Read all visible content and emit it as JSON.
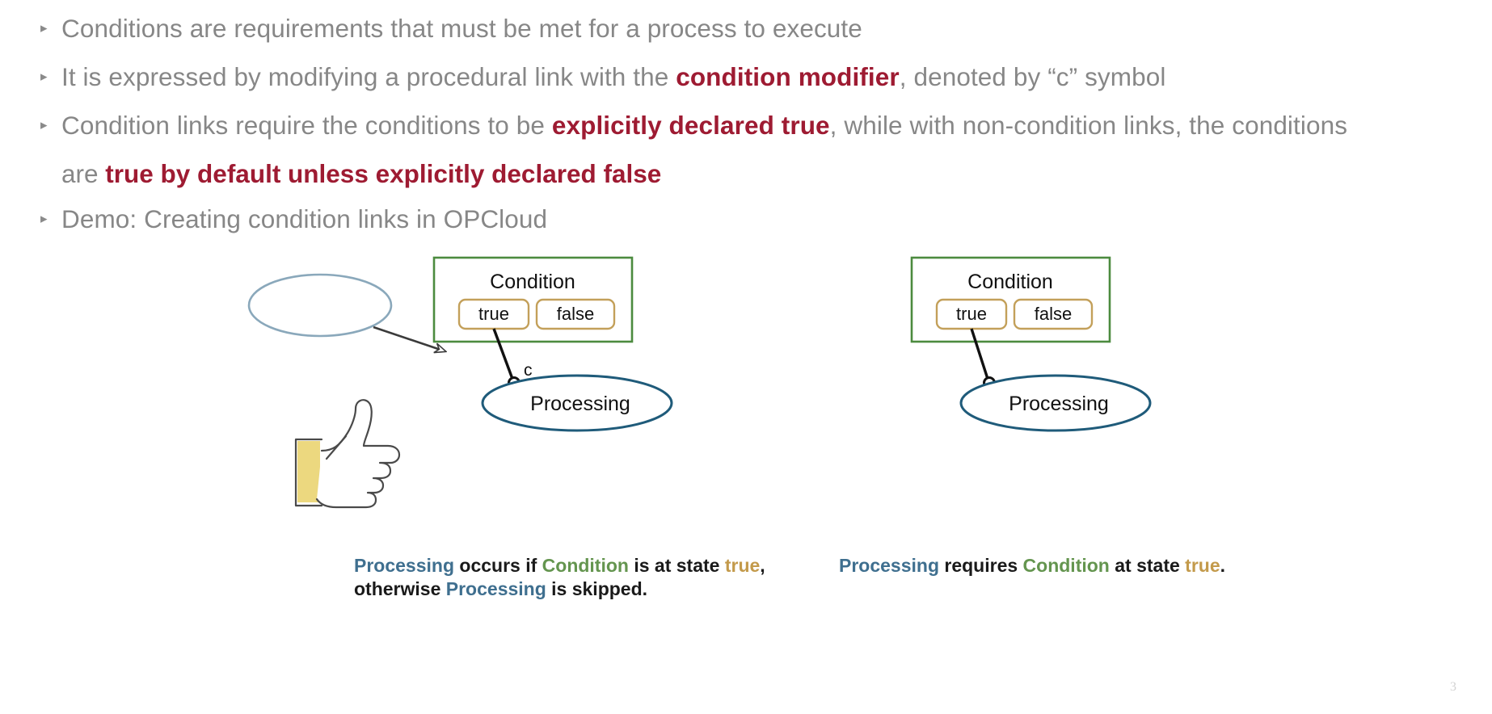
{
  "slide": {
    "page_number": "3",
    "bullet_marker": "▸",
    "bullets": [
      {
        "id": "bullet-conditions-definition",
        "parts": [
          {
            "text": "Conditions are requirements that must be met for a process to execute",
            "style": "normal"
          }
        ]
      },
      {
        "id": "bullet-condition-modifier",
        "parts": [
          {
            "text": "It is expressed by modifying a procedural link with the ",
            "style": "normal"
          },
          {
            "text": "condition modifier",
            "style": "highlight"
          },
          {
            "text": ", denoted by “c” symbol",
            "style": "normal"
          }
        ]
      },
      {
        "id": "bullet-condition-links",
        "parts": [
          {
            "text": "Condition links require the conditions to be ",
            "style": "normal"
          },
          {
            "text": "explicitly declared true",
            "style": "highlight"
          },
          {
            "text": ", while with non-condition links, the conditions",
            "style": "normal"
          }
        ],
        "continuation": [
          {
            "text": "are ",
            "style": "normal"
          },
          {
            "text": "true by default unless explicitly declared false",
            "style": "highlight"
          }
        ]
      },
      {
        "id": "bullet-demo",
        "parts": [
          {
            "text": "Demo: Creating condition links in OPCloud",
            "style": "normal"
          }
        ]
      }
    ],
    "colors": {
      "body_text": "#878787",
      "highlight": "#9e1b32",
      "object_green": "#4c8b3f",
      "state_gold": "#c3a05a",
      "process_blue": "#1f5b7a",
      "empty_object_blue": "#8aa8bb",
      "link_black": "#111111",
      "thumb_yellow": "#ecd87f"
    }
  },
  "diagram_left": {
    "name": "condition-link-diagram",
    "empty_object_label": "",
    "object_title": "Condition",
    "states": [
      "true",
      "false"
    ],
    "process_label": "Processing",
    "condition_modifier_label": "c",
    "thumbs_up_icon": "thumbs-up-icon",
    "arrow_type": "result-link-open-arrow"
  },
  "diagram_right": {
    "name": "plain-link-diagram",
    "object_title": "Condition",
    "states": [
      "true",
      "false"
    ],
    "process_label": "Processing",
    "condition_modifier_label": ""
  },
  "captions": {
    "left": [
      {
        "text": "Processing",
        "style": "process"
      },
      {
        "text": " occurs if ",
        "style": "plain"
      },
      {
        "text": "Condition",
        "style": "condition"
      },
      {
        "text": " is at state ",
        "style": "plain"
      },
      {
        "text": "true",
        "style": "state"
      },
      {
        "text": ", otherwise ",
        "style": "plain"
      },
      {
        "text": "Processing",
        "style": "process"
      },
      {
        "text": " is skipped.",
        "style": "plain"
      }
    ],
    "right": [
      {
        "text": "Processing",
        "style": "process"
      },
      {
        "text": " requires ",
        "style": "plain"
      },
      {
        "text": "Condition",
        "style": "condition"
      },
      {
        "text": " at state ",
        "style": "plain"
      },
      {
        "text": "true",
        "style": "state"
      },
      {
        "text": ".",
        "style": "plain"
      }
    ]
  }
}
